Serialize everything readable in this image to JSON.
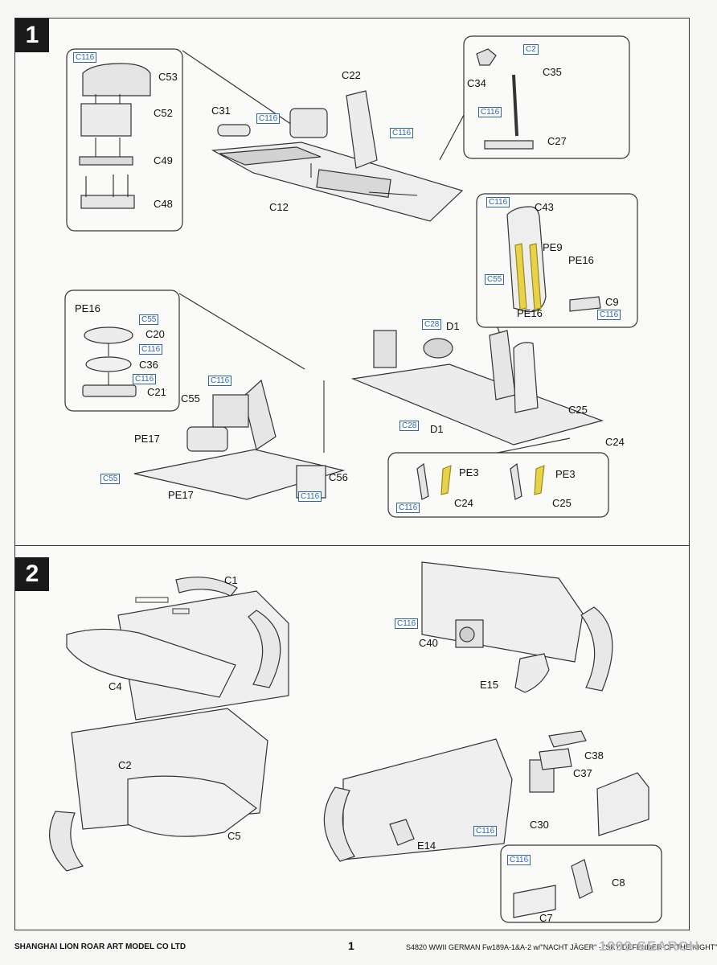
{
  "steps": [
    "1",
    "2"
  ],
  "parts": {
    "c53": "C53",
    "c52": "C52",
    "c49": "C49",
    "c48": "C48",
    "c31": "C31",
    "c12": "C12",
    "c22": "C22",
    "c34": "C34",
    "c35": "C35",
    "c27": "C27",
    "c43": "C43",
    "pe9": "PE9",
    "pe16": "PE16",
    "c9": "C9",
    "c20": "C20",
    "c36": "C36",
    "c21": "C21",
    "c55": "C55",
    "pe17": "PE17",
    "c56": "C56",
    "d1": "D1",
    "c25": "C25",
    "c24": "C24",
    "pe3": "PE3",
    "c1": "C1",
    "c4": "C4",
    "c40": "C40",
    "e15": "E15",
    "c2": "C2",
    "c5": "C5",
    "c38": "C38",
    "c37": "C37",
    "c30": "C30",
    "e14": "E14",
    "c8": "C8",
    "c7": "C7"
  },
  "refs": {
    "c116": "C116",
    "c2": "C2",
    "c55": "C55",
    "c28": "C28"
  },
  "footer": {
    "company": "SHANGHAI LION ROAR ART MODEL CO LTD",
    "page": "1",
    "product": "S4820 WWII GERMAN Fw189A-1&A-2 w/\"NACHT JÄGER\" - \"SKY DEFENDER OF THE NIGHT\"",
    "watermark": "1999 SEARCH"
  },
  "colors": {
    "reference_box": "#2c63b8",
    "photo_etch": "#e6d34a",
    "step_badge": "#1a1a1a"
  }
}
